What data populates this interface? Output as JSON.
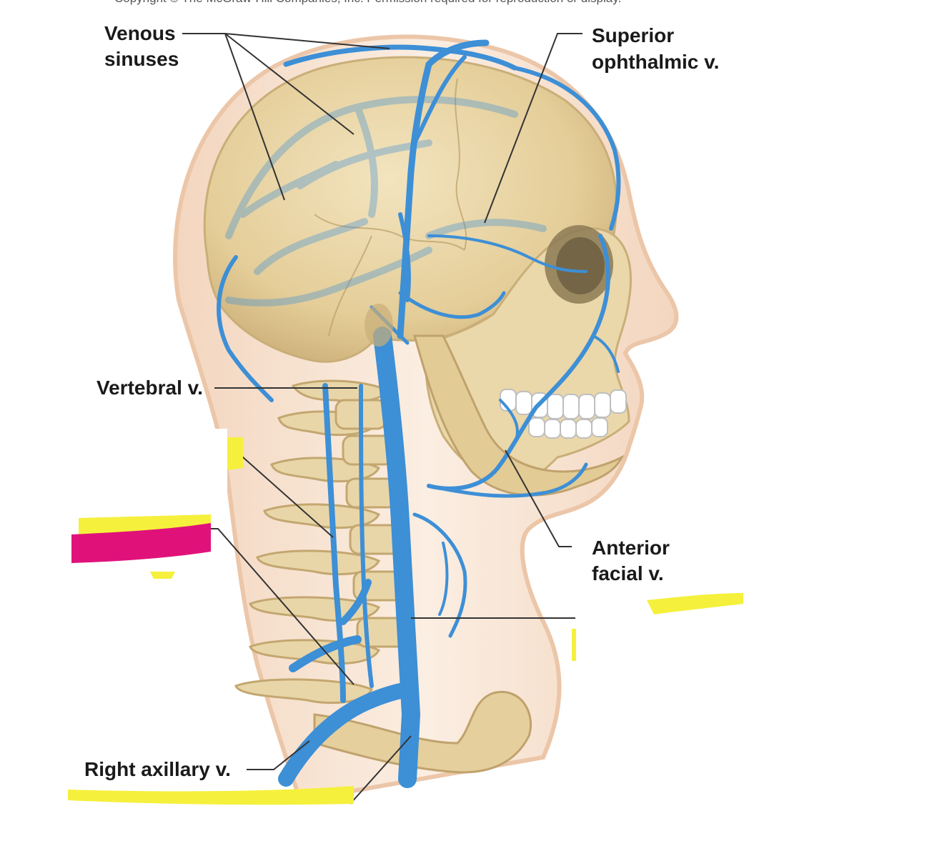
{
  "copyright": "Copyright © The McGraw-Hill Companies, Inc. Permission required for reproduction or display.",
  "labels": {
    "venous_sinuses_line1": "Venous",
    "venous_sinuses_line2": "sinuses",
    "superior_ophthalmic_line1": "Superior",
    "superior_ophthalmic_line2": "ophthalmic v.",
    "vertebral": "Vertebral v.",
    "anterior_facial_line1": "Anterior",
    "anterior_facial_line2": "facial v.",
    "right_axillary": "Right axillary v."
  },
  "colors": {
    "vein": "#3d8fd6",
    "vein_dark": "#2a72b8",
    "bone": "#ead7aa",
    "bone_shadow": "#c9ae78",
    "skin": "#f7e4d3",
    "skin_edge": "#ecc6a8",
    "highlight_yellow": "#f5f03c",
    "highlight_magenta": "#e0127a",
    "leader_line": "#333333"
  }
}
